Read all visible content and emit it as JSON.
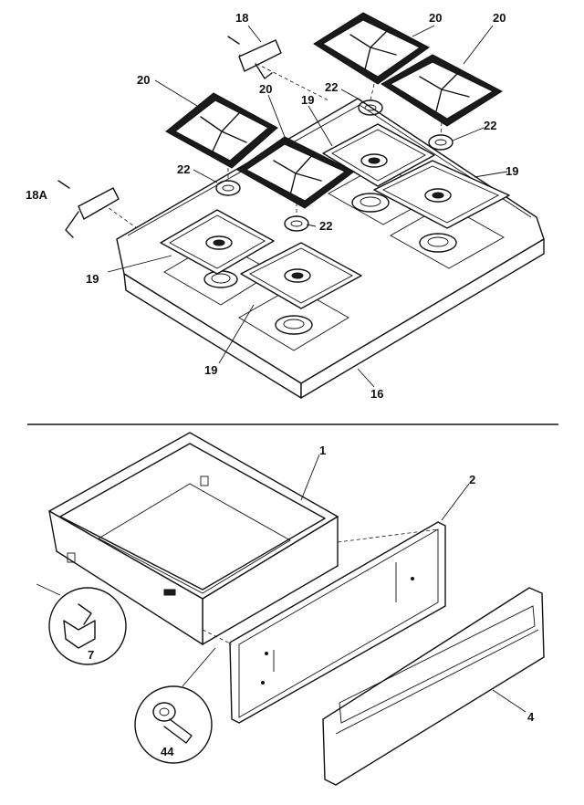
{
  "callouts": {
    "c18": "18",
    "c18a": "18A",
    "c20_top_mid": "20",
    "c20_top_right": "20",
    "c20_left": "20",
    "c20_center": "20",
    "c19_top": "19",
    "c19_right": "19",
    "c19_left": "19",
    "c19_bottom": "19",
    "c22_top": "22",
    "c22_right": "22",
    "c22_left": "22",
    "c22_center": "22",
    "c16": "16",
    "c1": "1",
    "c2": "2",
    "c4": "4",
    "c7": "7",
    "c44": "44"
  }
}
